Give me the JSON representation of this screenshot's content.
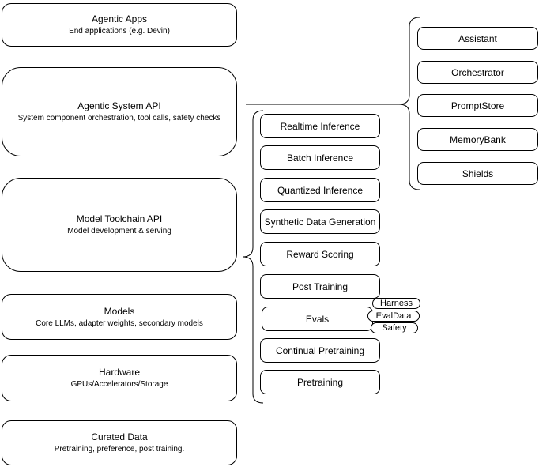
{
  "diagram": {
    "left_stack": [
      {
        "title": "Agentic Apps",
        "subtitle": "End applications (e.g. Devin)"
      },
      {
        "title": "Agentic System API",
        "subtitle": "System component orchestration, tool calls, safety checks"
      },
      {
        "title": "Model Toolchain API",
        "subtitle": "Model development & serving"
      },
      {
        "title": "Models",
        "subtitle": "Core LLMs, adapter weights, secondary models"
      },
      {
        "title": "Hardware",
        "subtitle": "GPUs/Accelerators/Storage"
      },
      {
        "title": "Curated Data",
        "subtitle": "Pretraining, preference, post training."
      }
    ],
    "toolchain_services": [
      "Realtime Inference",
      "Batch Inference",
      "Quantized Inference",
      "Synthetic Data Generation",
      "Reward Scoring",
      "Post Training",
      "Evals",
      "Continual Pretraining",
      "Pretraining"
    ],
    "eval_components": [
      "Harness",
      "EvalData",
      "Safety"
    ],
    "system_components": [
      "Assistant",
      "Orchestrator",
      "PromptStore",
      "MemoryBank",
      "Shields"
    ],
    "colors": {
      "stroke": "#000000",
      "fill": "#ffffff",
      "text": "#000000",
      "background": "#ffffff"
    }
  }
}
